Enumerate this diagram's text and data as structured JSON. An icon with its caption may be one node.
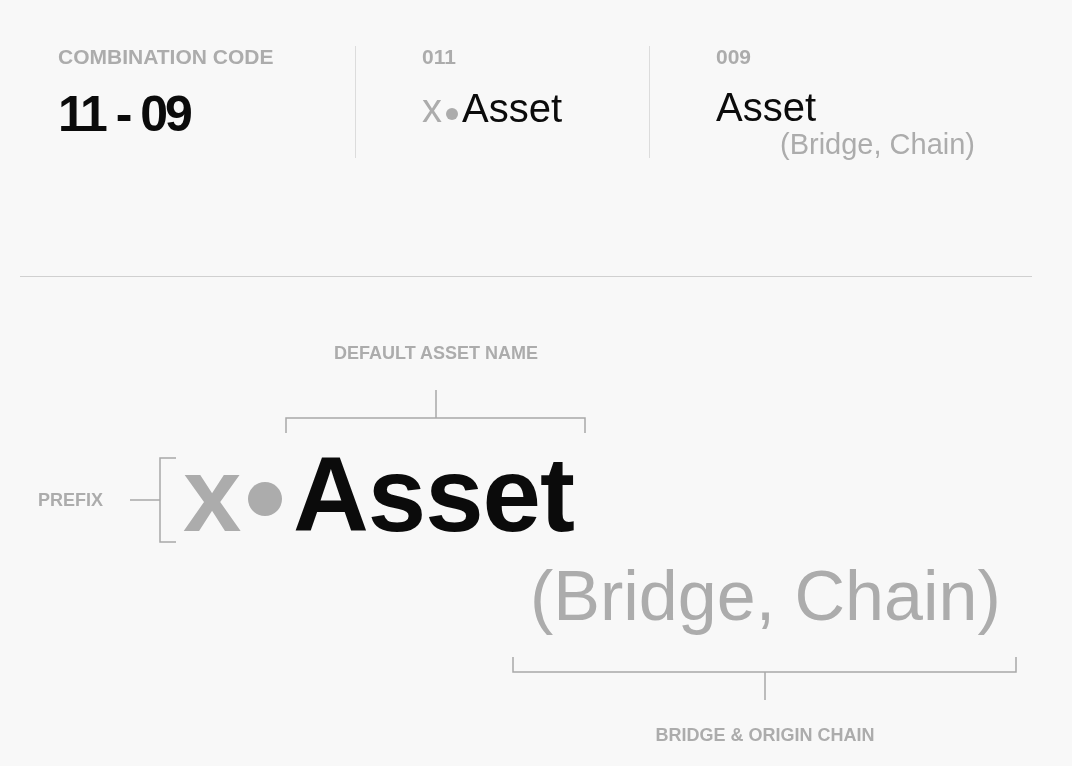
{
  "diagram": {
    "labels": [
      "COMBINATION CODE",
      "11 - 09",
      "011",
      "x",
      "Asset",
      "009",
      "Asset",
      "(Bridge, Chain)",
      "DEFAULT ASSET NAME",
      "PREFIX",
      "x",
      "Asset",
      "(Bridge, Chain)",
      "BRIDGE & ORIGIN CHAIN"
    ]
  }
}
